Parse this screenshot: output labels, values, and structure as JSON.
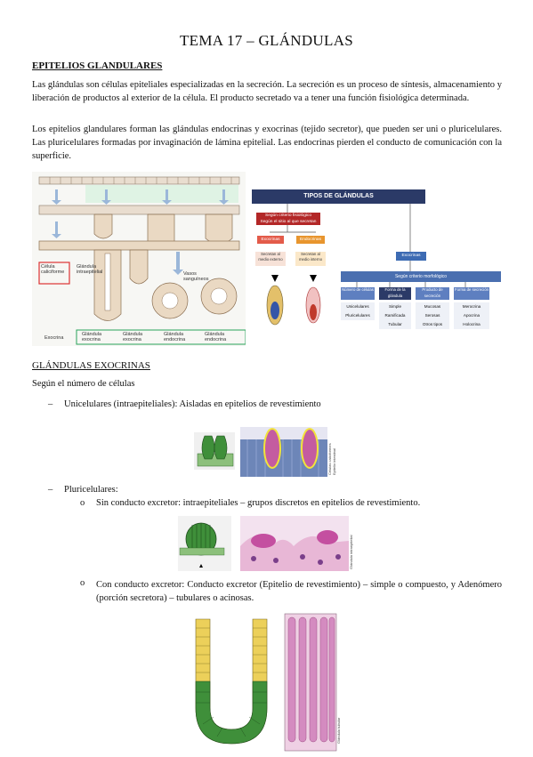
{
  "title": "TEMA 17 – GLÁNDULAS",
  "section1": {
    "heading": "EPITELIOS GLANDULARES",
    "p1": "Las glándulas son células epiteliales especializadas en la secreción. La secreción es un proceso de síntesis, almacenamiento y liberación de productos al exterior de la célula. El producto secretado va a tener una función fisiológica determinada.",
    "p2": "Los epitelios glandulares forman las glándulas endocrinas y exocrinas (tejido secretor), que pueden ser uni o pluricelulares. Las pluricelulares formadas por invaginación de lámina epitelial. Las endocrinas pierden el conducto de comunicación con la superficie."
  },
  "figure1": {
    "caliciforme_label": "Célula caliciforme",
    "intraepitelial_label": "Glándula intraepitelial",
    "vasos_label": "Vasos sanguíneos",
    "exocrina_label": "Exocrina",
    "bottom_labels": [
      "Glándula exocrina",
      "Glándula exocrina",
      "Glándula endocrina",
      "Glándula endocrina"
    ]
  },
  "figure2": {
    "header": "TIPOS DE GLÁNDULAS",
    "fisio_header": "Según criterio fisiológico",
    "fisio_sub": "Según el sitio al que secretan",
    "exocrinas": "Exocrinas",
    "endocrinas": "Endocrinas",
    "exo_desc": "Secretan al medio externo",
    "endo_desc": "Secretan al medio interno",
    "exocrinas_right": "Exocrinas",
    "morfo_header": "Según criterio morfológico",
    "col_headers": [
      "Número de células",
      "Forma de la glándula",
      "Producto de secreción",
      "Forma de secreción"
    ],
    "col1": [
      "Unicelulares",
      "Pluricelulares"
    ],
    "col2": [
      "Simple",
      "Ramificada",
      "Tubular"
    ],
    "col3": [
      "Mucosas",
      "Serosas",
      "Otros tipos"
    ],
    "col4": [
      "Merocrina",
      "Apocrina",
      "Holocrina"
    ]
  },
  "section2": {
    "heading": "GLÁNDULAS EXOCRINAS",
    "subheading": "Según el número de células",
    "item1": "Unicelulares (intraepiteliales): Aisladas en epitelios de revestimiento",
    "item2": "Pluricelulares:",
    "sub1": "Sin conducto excretor: intraepiteliales – grupos discretos en epitelios de revestimiento.",
    "sub2": "Con conducto excretor: Conducto excretor (Epitelio de revestimiento) – simple o compuesto, y Adenómero (porción secretora) – tubulares o acinosas.",
    "dash": "–",
    "bullet": "o"
  },
  "captions": {
    "img1": "Células caliciformes Epitelio intestinal",
    "img2": "Glándula intraepitelial",
    "img3": "Glándula tubular"
  },
  "colors": {
    "goblet_green": "#3f8f3a",
    "he_pink": "#d98fc4",
    "dark_blue": "#2b3a67",
    "red": "#b32727",
    "orange": "#e8952e",
    "teal_blue": "#4a6fb0"
  }
}
